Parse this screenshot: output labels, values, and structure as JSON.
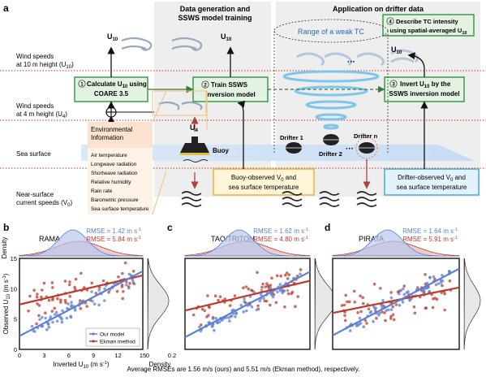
{
  "panel_a": {
    "letter": "a",
    "left_header_1": "Data generation and",
    "left_header_2": "SSWS model training",
    "right_header": "Application on drifter data",
    "row_labels": {
      "u10_1": "Wind speeds",
      "u10_2": "at 10 m height (U",
      "u10_sub": "10",
      "u4_1": "Wind speeds",
      "u4_2": "at 4 m height (U",
      "u4_sub": "4",
      "sea": "Sea surface",
      "current_1": "Near-surface",
      "current_2": "current speeds (V",
      "current_sub": "0"
    },
    "step1_line1": "Calculate U",
    "step1_sub": "10",
    "step1_line1_end": " using",
    "step1_line2": "COARE 3.5",
    "step2_line1": "Train SSWS",
    "step2_line2": "inversion model",
    "step3_line1": "Invert U",
    "step3_sub": "10",
    "step3_line1_end": " by the",
    "step3_line2": "SSWS inversion model",
    "step4_line1": "Describe TC intensity",
    "step4_line2": "using spatial-averaged U",
    "step4_sub": "10",
    "num1": "1",
    "num2": "2",
    "num3": "3",
    "num4": "4",
    "u10_main": "U",
    "u10_main_sub": "10",
    "u4_main": "U",
    "u4_main_sub": "4",
    "env_title_1": "Environmental",
    "env_title_2": "Information",
    "env_items": [
      "Air temperature",
      "Longwave radiation",
      "Shortwave radiation",
      "Relative humidity",
      "Rain rate",
      "Barometric pressure",
      "Sea surface temperature"
    ],
    "buoy_label": "Buoy",
    "buoy_box_1": "Buoy-observed V",
    "buoy_box_sub": "0",
    "buoy_box_1_end": " and",
    "buoy_box_2": "sea surface temperature",
    "drifter_box_1": "Drifter-observed V",
    "drifter_box_sub": "0",
    "drifter_box_1_end": " and",
    "drifter_box_2": "sea surface temperature",
    "tc_label": "Range of a weak TC",
    "drifter1": "Drifter 1",
    "drifter2": "Drifter 2",
    "driftern": "Drifter n",
    "dots": "···"
  },
  "panels": [
    {
      "letter": "b",
      "name": "RAMA",
      "rmse_blue": "RMSE = 1.42 m s",
      "rmse_red": "RMSE = 5.84 m s"
    },
    {
      "letter": "c",
      "name": "TAO/TRITON",
      "rmse_blue": "RMSE = 1.62 m s",
      "rmse_red": "RMSE = 4.80 m s"
    },
    {
      "letter": "d",
      "name": "PIRATA",
      "rmse_blue": "RMSE = 1.64 m s",
      "rmse_red": "RMSE = 5.91 m s"
    }
  ],
  "rmse_sup": "-1",
  "density_label": "Density",
  "ylabel": "Observed U",
  "ylabel_sub": "10",
  "ylabel_unit": " (m s",
  "ylabel_unit_sup": "-1",
  "ylabel_close": ")",
  "xlabel": "Inverted U",
  "xlabel_sub": "10",
  "xlabel_unit": " (m s",
  "xlabel_unit_sup": "-1",
  "xlabel_close": ")",
  "density_ticks": [
    "0",
    "0.2"
  ],
  "legend": {
    "ours": "Our model",
    "ekman": "Ekman method"
  },
  "caption": "Average RMSEs are 1.56 m/s (ours) and 5.51 m/s (Ekman method), respectively.",
  "colors": {
    "ours": "#5b7fd4",
    "ekman": "#c0392b",
    "green": "#3a9a4a",
    "orange": "#f0b040",
    "blue_box": "#4aa8d8"
  },
  "chart_data": [
    {
      "type": "scatter",
      "xlim": [
        0,
        15
      ],
      "ylim": [
        0,
        15
      ],
      "xticks": [
        "0",
        "3",
        "6",
        "9",
        "12",
        "15"
      ],
      "yticks": [
        "0",
        "5",
        "10",
        "15"
      ],
      "series": [
        {
          "name": "Our model",
          "fit": [
            [
              0,
              2.2
            ],
            [
              15,
              12.9
            ]
          ]
        },
        {
          "name": "Ekman method",
          "fit": [
            [
              0,
              7.4
            ],
            [
              15,
              12.2
            ]
          ]
        }
      ]
    },
    {
      "type": "scatter",
      "xlim": [
        0,
        15
      ],
      "ylim": [
        0,
        15
      ],
      "series": [
        {
          "name": "Our model",
          "fit": [
            [
              0,
              2.0
            ],
            [
              15,
              12.8
            ]
          ]
        },
        {
          "name": "Ekman method",
          "fit": [
            [
              0,
              6.4
            ],
            [
              15,
              11.3
            ]
          ]
        }
      ]
    },
    {
      "type": "scatter",
      "xlim": [
        0,
        15
      ],
      "ylim": [
        0,
        15
      ],
      "series": [
        {
          "name": "Our model",
          "fit": [
            [
              0,
              2.3
            ],
            [
              15,
              13.3
            ]
          ]
        },
        {
          "name": "Ekman method",
          "fit": [
            [
              0,
              6.0
            ],
            [
              15,
              10.2
            ]
          ]
        }
      ]
    }
  ]
}
